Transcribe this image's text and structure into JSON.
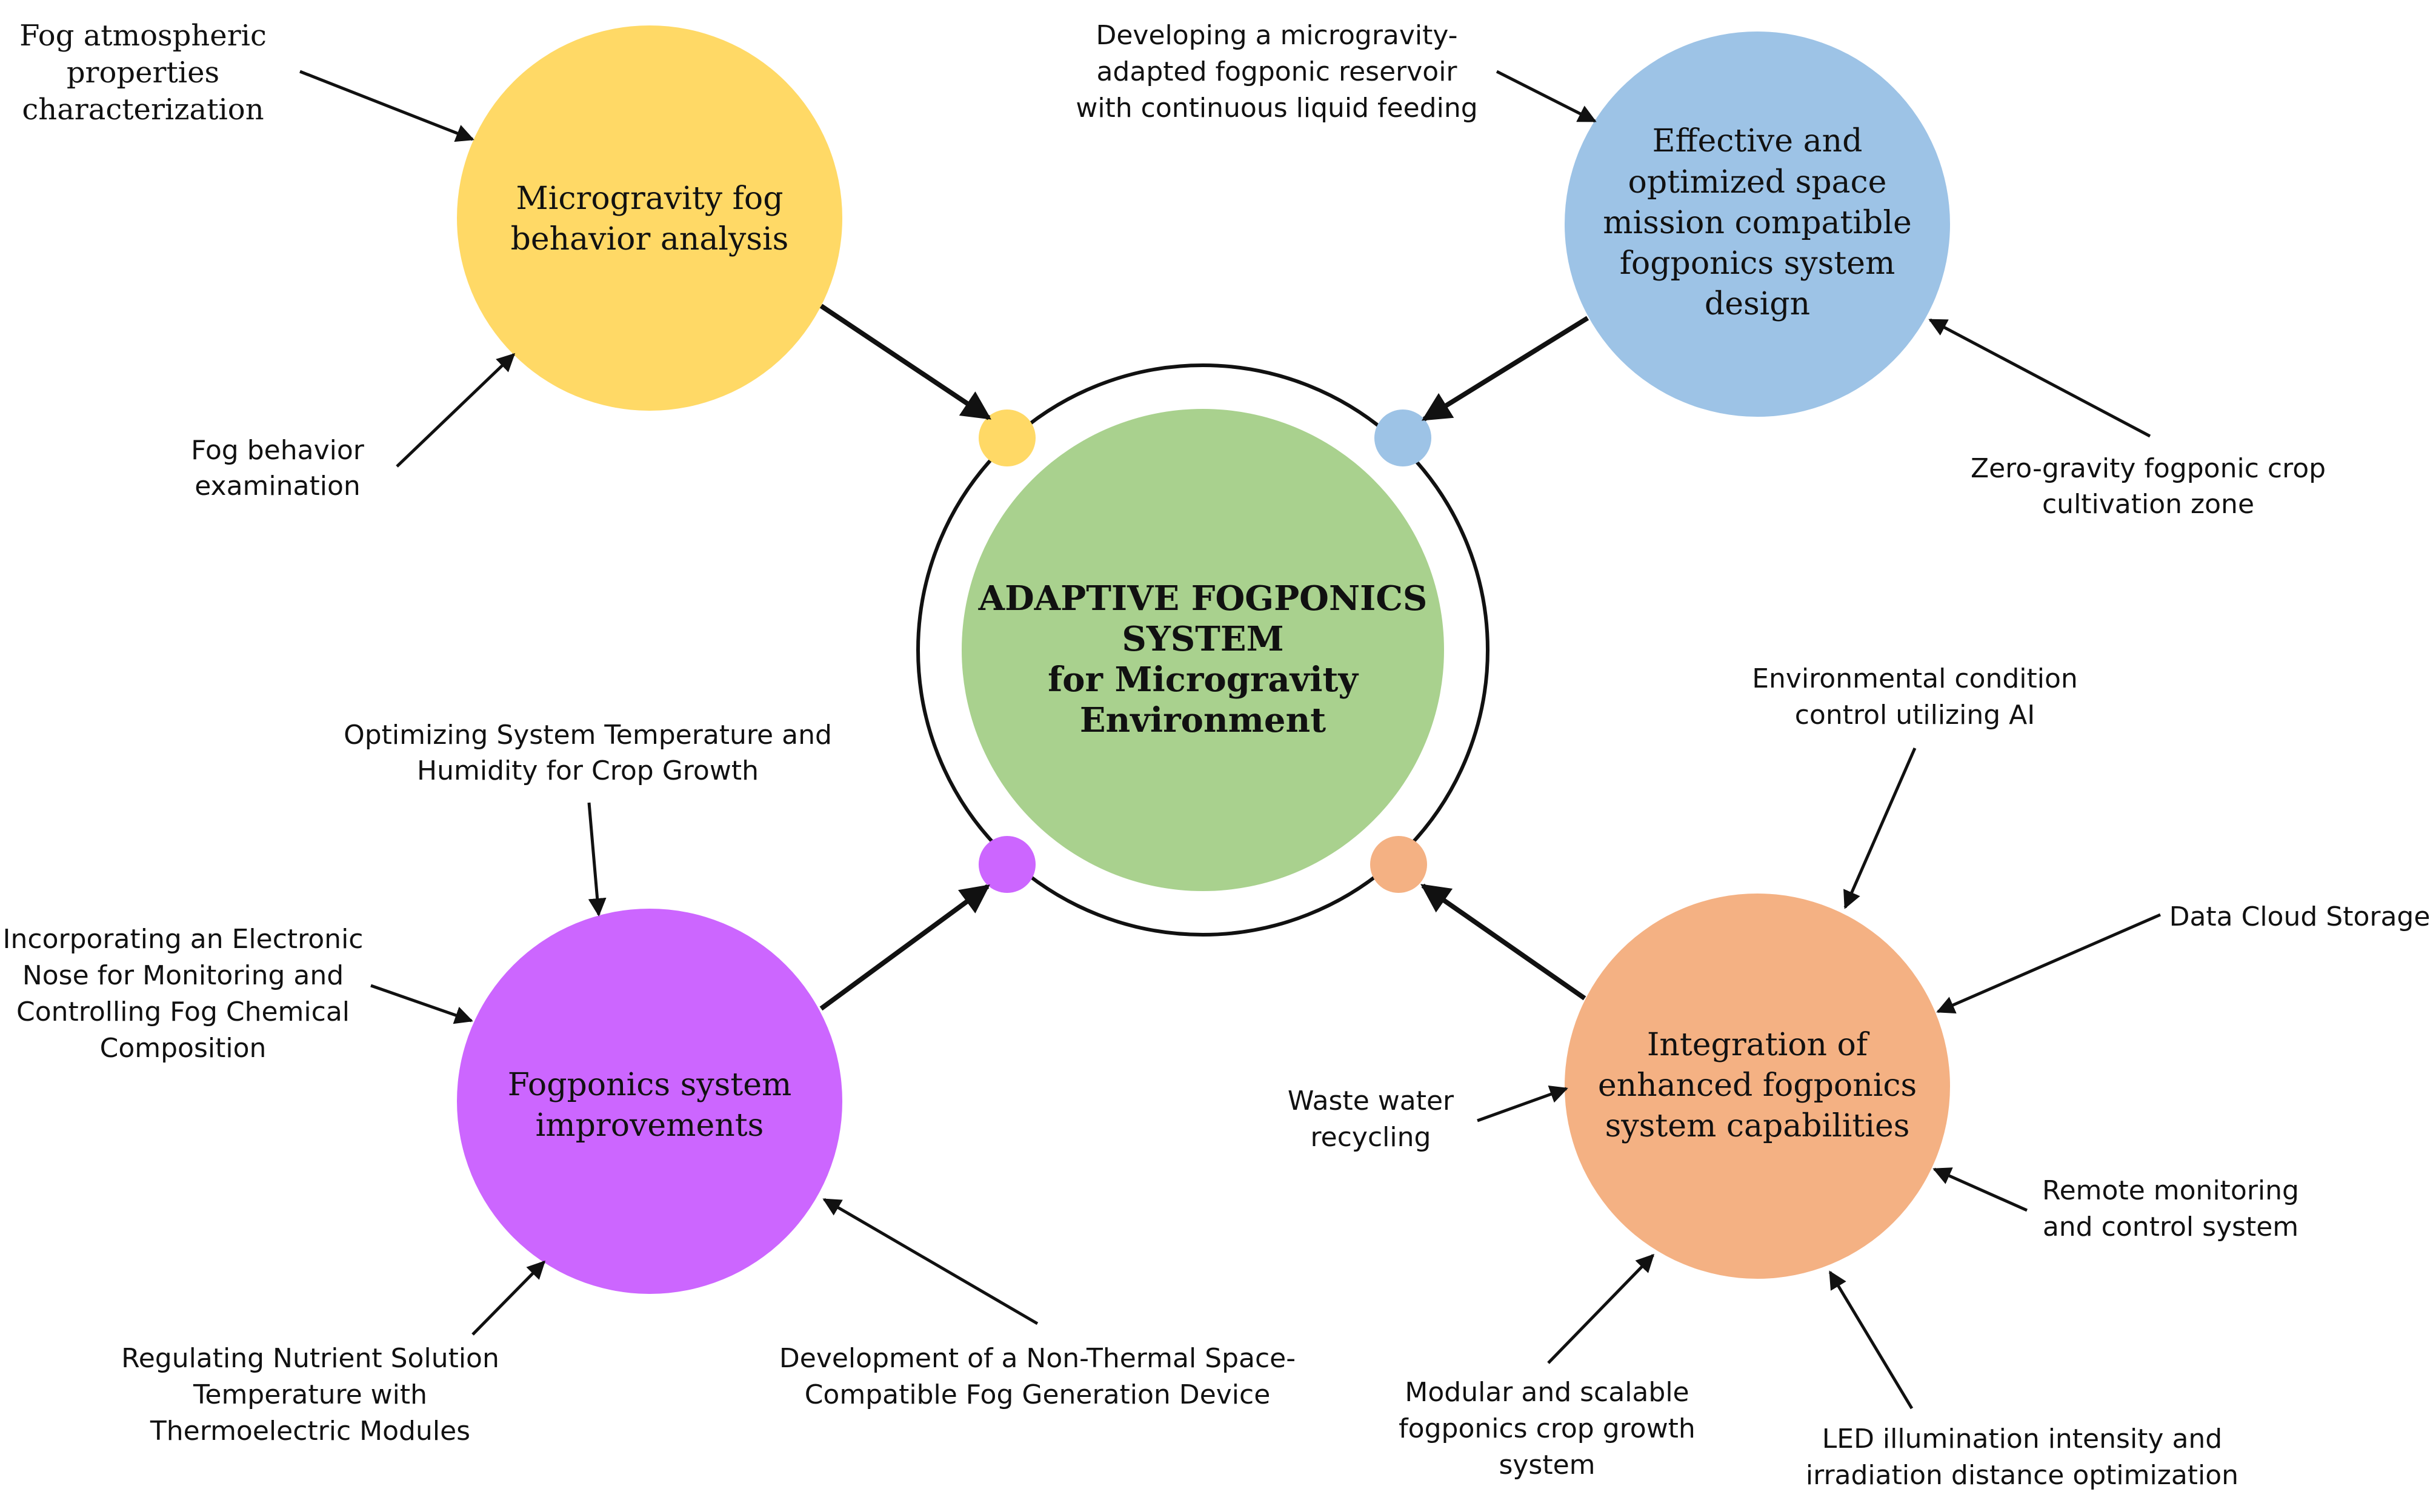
{
  "colors": {
    "yellow": "#FFD966",
    "blue": "#9DC3E6",
    "green": "#A9D18E",
    "purple": "#CC66FF",
    "orange": "#F4B183",
    "ring": "#111111",
    "arrow": "#111111"
  },
  "center": {
    "title_line1": "ADAPTIVE FOGPONICS",
    "title_line2": "SYSTEM",
    "title_line3": "for Microgravity",
    "title_line4": "Environment"
  },
  "nodes": {
    "top_left": {
      "line1": "Microgravity fog",
      "line2": "behavior analysis"
    },
    "top_right": {
      "line1": "Effective and",
      "line2": "optimized space",
      "line3": "mission compatible",
      "line4": "fogponics system",
      "line5": "design"
    },
    "bottom_left": {
      "line1": "Fogponics system",
      "line2": "improvements"
    },
    "bottom_right": {
      "line1": "Integration of",
      "line2": "enhanced fogponics",
      "line3": "system capabilities"
    }
  },
  "labels": {
    "fog_atmospheric": {
      "line1": "Fog atmospheric",
      "line2": "properties",
      "line3": "characterization"
    },
    "fog_behavior_exam": {
      "line1": "Fog behavior",
      "line2": "examination"
    },
    "reservoir": {
      "line1": "Developing a microgravity-",
      "line2": "adapted fogponic reservoir",
      "line3": "with continuous liquid feeding"
    },
    "zero_gravity": {
      "line1": "Zero-gravity fogponic crop",
      "line2": "cultivation zone"
    },
    "optimizing_temp": {
      "line1": "Optimizing System Temperature and",
      "line2": "Humidity for Crop Growth"
    },
    "electronic_nose": {
      "line1": "Incorporating an Electronic",
      "line2": "Nose for Monitoring and",
      "line3": "Controlling Fog Chemical",
      "line4": "Composition"
    },
    "nutrient_temp": {
      "line1": "Regulating Nutrient Solution",
      "line2": "Temperature with",
      "line3": "Thermoelectric Modules"
    },
    "non_thermal": {
      "line1": "Development of a Non-Thermal Space-",
      "line2": "Compatible Fog Generation Device"
    },
    "env_control": {
      "line1": "Environmental condition",
      "line2": "control utilizing AI"
    },
    "data_cloud": {
      "line1": "Data Cloud Storage"
    },
    "waste_water": {
      "line1": "Waste water",
      "line2": "recycling"
    },
    "remote_monitoring": {
      "line1": "Remote monitoring",
      "line2": "and control system"
    },
    "modular": {
      "line1": "Modular and scalable",
      "line2": "fogponics crop growth",
      "line3": "system"
    },
    "led": {
      "line1": "LED illumination intensity and",
      "line2": "irradiation distance optimization"
    }
  }
}
